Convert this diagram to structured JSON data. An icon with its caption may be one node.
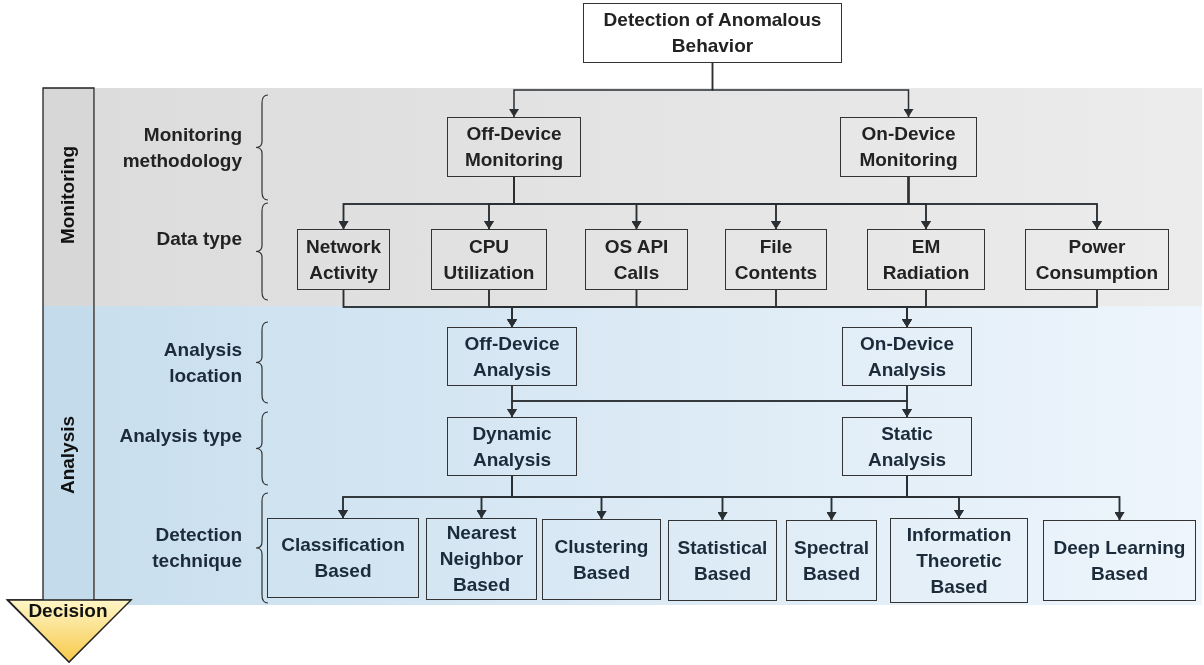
{
  "diagram": {
    "nodes": [
      {
        "text": [
          "Detection of Anomalous Behavior"
        ]
      },
      {
        "text": [
          "Off-Device Monitoring"
        ]
      },
      {
        "text": [
          "On-Device Monitoring"
        ]
      },
      {
        "text": [
          "Network Activity"
        ]
      },
      {
        "text": [
          "CPU Utilization"
        ]
      },
      {
        "text": [
          "OS API Calls"
        ]
      },
      {
        "text": [
          "File Contents"
        ]
      },
      {
        "text": [
          "EM Radiation"
        ]
      },
      {
        "text": [
          "Power Consumption"
        ]
      },
      {
        "text": [
          "Off-Device Analysis"
        ]
      },
      {
        "text": [
          "On-Device Analysis"
        ]
      },
      {
        "text": [
          "Dynamic Analysis"
        ]
      },
      {
        "text": [
          "Static Analysis"
        ]
      },
      {
        "text": [
          "Classification Based"
        ]
      },
      {
        "text": [
          "Nearest Neighbor Based"
        ]
      },
      {
        "text": [
          "Clustering Based"
        ]
      },
      {
        "text": [
          "Statistical Based"
        ]
      },
      {
        "text": [
          "Spectral Based"
        ]
      },
      {
        "text": [
          "Information Theoretic Based"
        ]
      },
      {
        "text": [
          "Deep Learning Based"
        ]
      },
      {
        "text": [
          "Monitoring",
          "Analysis",
          "Decision"
        ]
      }
    ],
    "edges": [
      {
        "from": 0,
        "to": 1,
        "arrow": "to"
      },
      {
        "from": 0,
        "to": 2,
        "arrow": "to"
      },
      {
        "from": 1,
        "to": 3,
        "arrow": "to"
      },
      {
        "from": 1,
        "to": 4,
        "arrow": "to"
      },
      {
        "from": 1,
        "to": 5,
        "arrow": "to"
      },
      {
        "from": 1,
        "to": 6,
        "arrow": "to"
      },
      {
        "from": 1,
        "to": 7,
        "arrow": "to"
      },
      {
        "from": 1,
        "to": 8,
        "arrow": "to"
      },
      {
        "from": 2,
        "to": 3,
        "arrow": "to"
      },
      {
        "from": 2,
        "to": 4,
        "arrow": "to"
      },
      {
        "from": 2,
        "to": 5,
        "arrow": "to"
      },
      {
        "from": 2,
        "to": 6,
        "arrow": "to"
      },
      {
        "from": 2,
        "to": 7,
        "arrow": "to"
      },
      {
        "from": 2,
        "to": 8,
        "arrow": "to"
      },
      {
        "from": 3,
        "to": 9,
        "arrow": "to"
      },
      {
        "from": 4,
        "to": 9,
        "arrow": "to"
      },
      {
        "from": 5,
        "to": 9,
        "arrow": "to"
      },
      {
        "from": 6,
        "to": 9,
        "arrow": "to"
      },
      {
        "from": 7,
        "to": 9,
        "arrow": "to"
      },
      {
        "from": 8,
        "to": 9,
        "arrow": "to"
      },
      {
        "from": 3,
        "to": 10,
        "arrow": "to"
      },
      {
        "from": 4,
        "to": 10,
        "arrow": "to"
      },
      {
        "from": 5,
        "to": 10,
        "arrow": "to"
      },
      {
        "from": 6,
        "to": 10,
        "arrow": "to"
      },
      {
        "from": 7,
        "to": 10,
        "arrow": "to"
      },
      {
        "from": 8,
        "to": 10,
        "arrow": "to"
      },
      {
        "from": 9,
        "to": 11,
        "arrow": "to"
      },
      {
        "from": 9,
        "to": 12,
        "arrow": "to"
      },
      {
        "from": 10,
        "to": 11,
        "arrow": "to"
      },
      {
        "from": 10,
        "to": 12,
        "arrow": "to"
      },
      {
        "from": 11,
        "to": 13,
        "arrow": "to"
      },
      {
        "from": 11,
        "to": 14,
        "arrow": "to"
      },
      {
        "from": 11,
        "to": 15,
        "arrow": "to"
      },
      {
        "from": 11,
        "to": 16,
        "arrow": "to"
      },
      {
        "from": 11,
        "to": 17,
        "arrow": "to"
      },
      {
        "from": 11,
        "to": 18,
        "arrow": "to"
      },
      {
        "from": 11,
        "to": 19,
        "arrow": "to"
      },
      {
        "from": 12,
        "to": 13,
        "arrow": "to"
      },
      {
        "from": 12,
        "to": 14,
        "arrow": "to"
      },
      {
        "from": 12,
        "to": 15,
        "arrow": "to"
      },
      {
        "from": 12,
        "to": 16,
        "arrow": "to"
      },
      {
        "from": 12,
        "to": 17,
        "arrow": "to"
      },
      {
        "from": 12,
        "to": 18,
        "arrow": "to"
      },
      {
        "from": 12,
        "to": 19,
        "arrow": "to"
      }
    ],
    "labels": [
      "Monitoring methodology",
      "Data type",
      "Analysis location",
      "Analysis type",
      "Detection technique"
    ]
  }
}
